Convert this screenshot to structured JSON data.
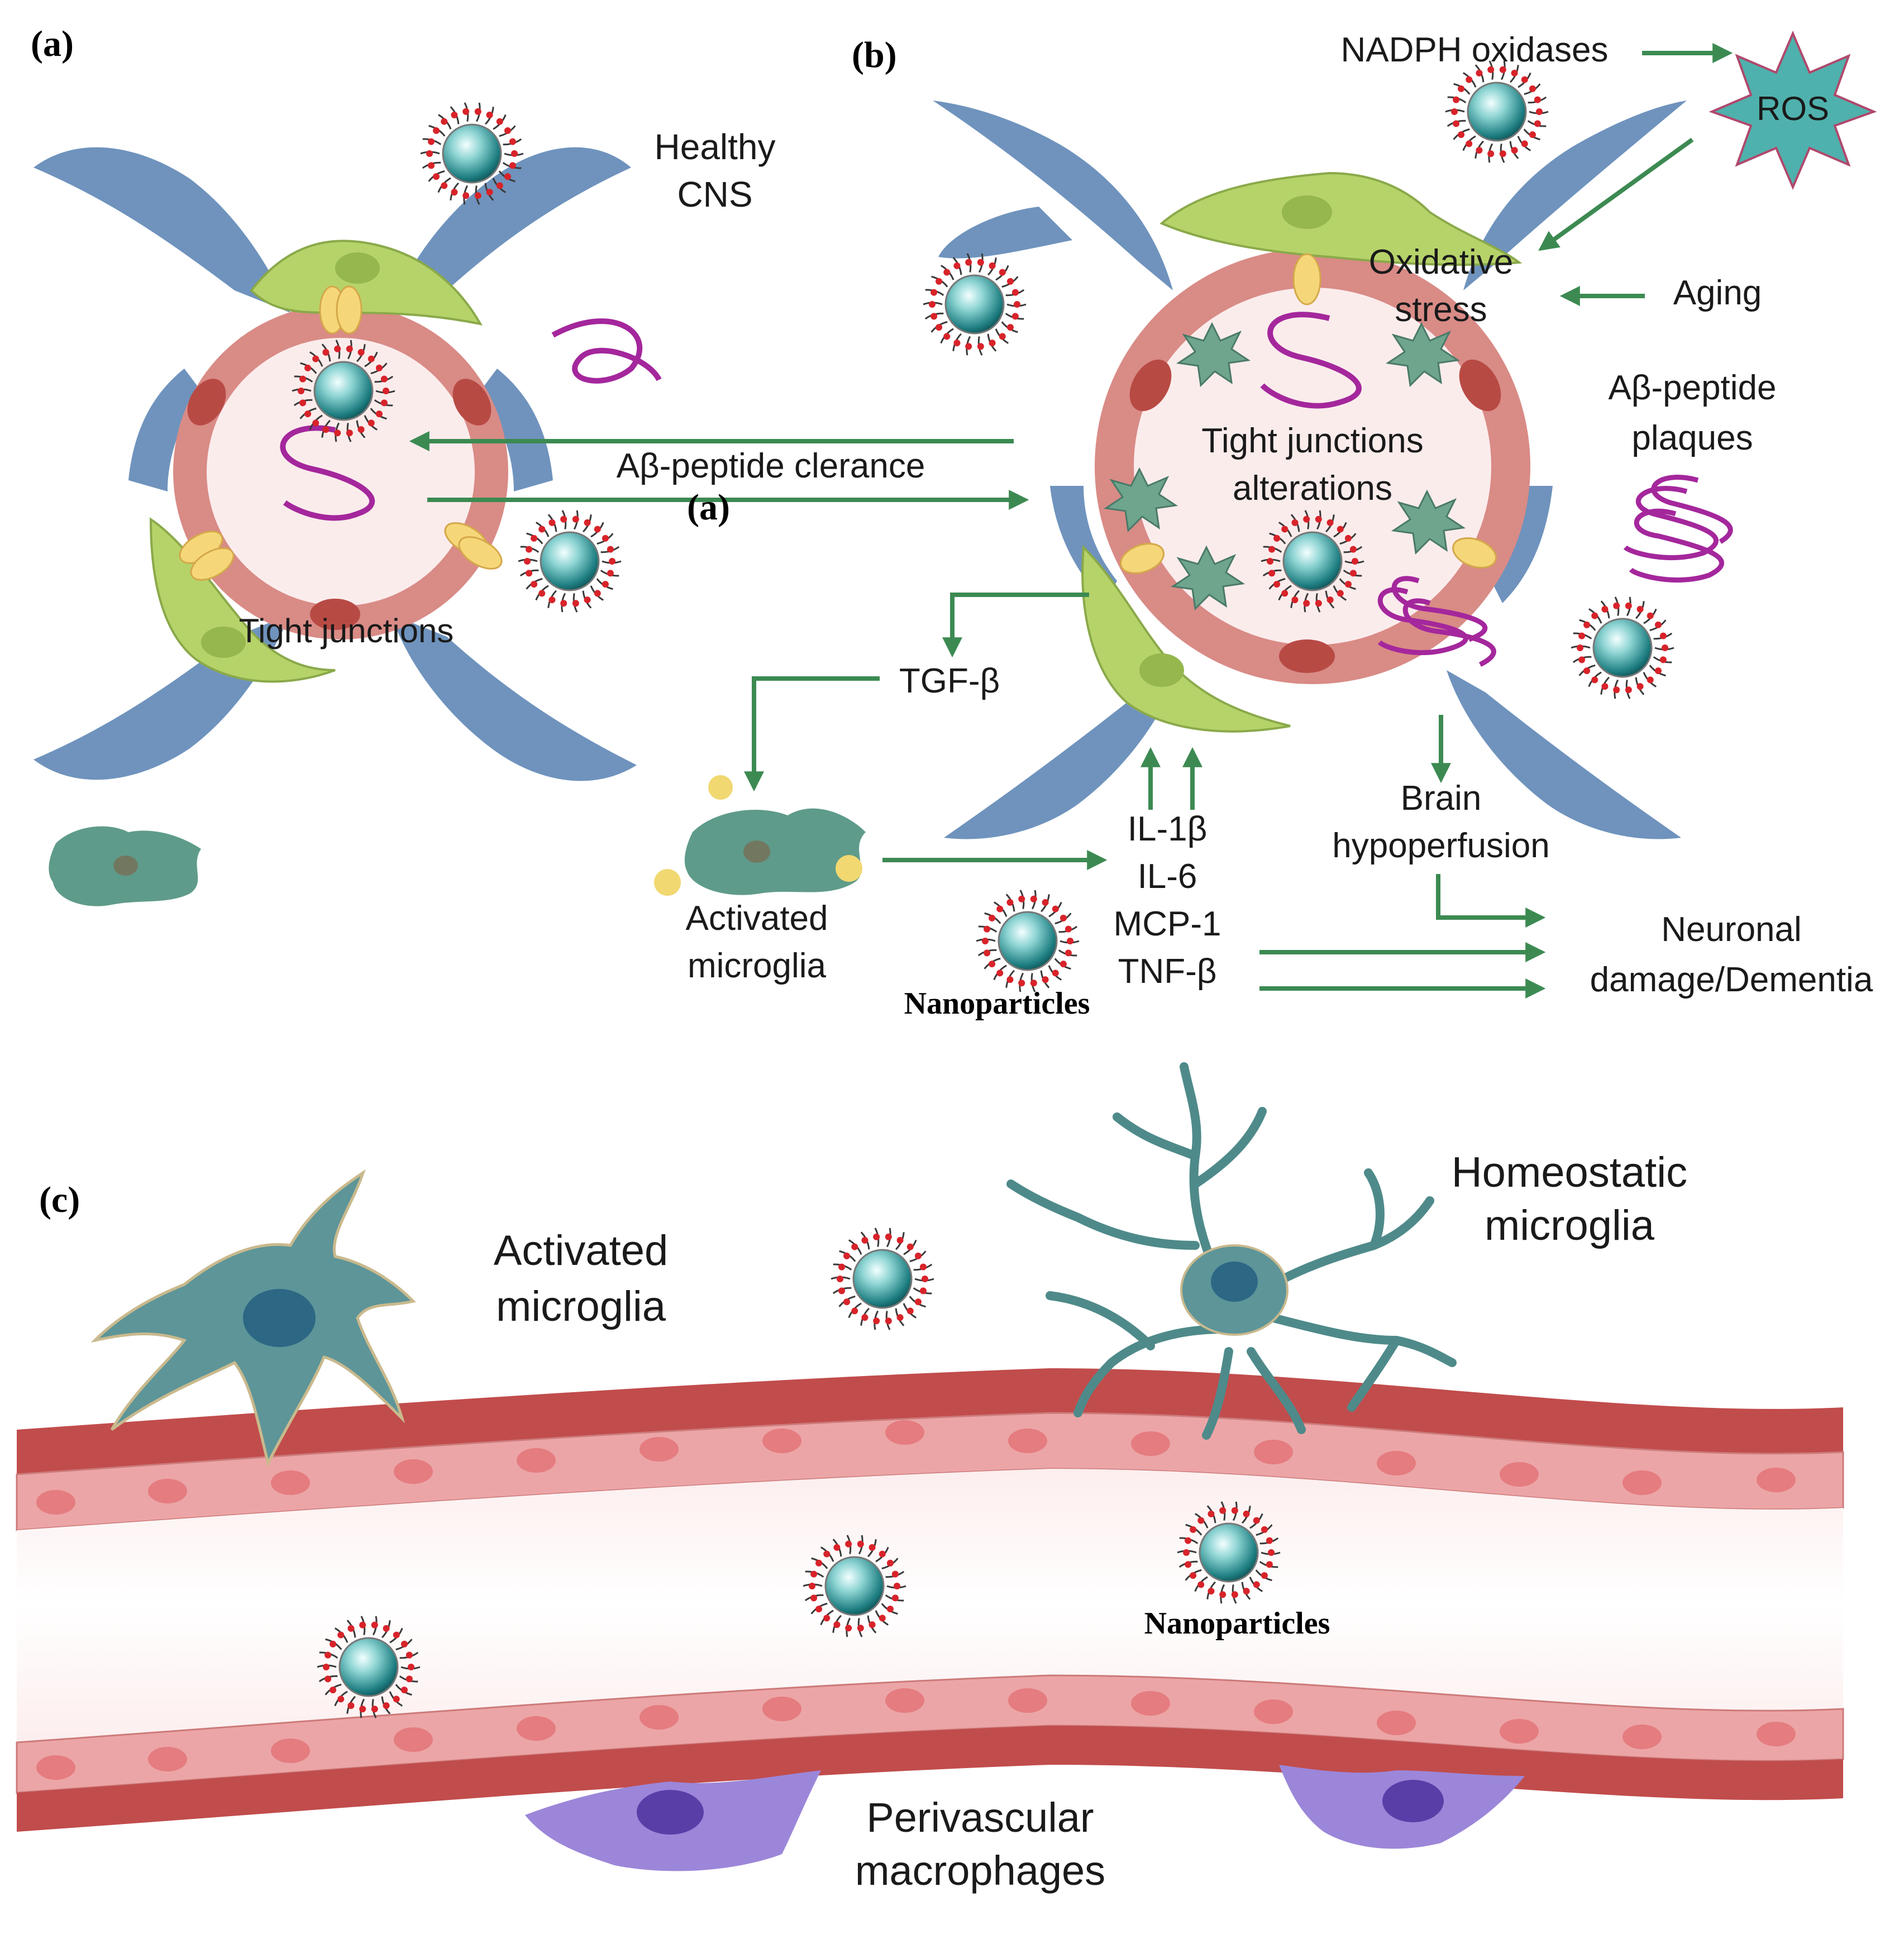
{
  "panels": {
    "a": "(a)",
    "b": "(b)",
    "c": "(c)",
    "a_mid": "(a)"
  },
  "panel_a": {
    "healthy_line1": "Healthy",
    "healthy_line2": "CNS",
    "tight_junctions": "Tight junctions"
  },
  "center": {
    "clearance": "Aβ-peptide clerance"
  },
  "panel_b": {
    "nadph": "NADPH oxidases",
    "ros": "ROS",
    "oxidative_line1": "Oxidative",
    "oxidative_line2": "stress",
    "aging": "Aging",
    "plaques_line1": "Aβ-peptide",
    "plaques_line2": "plaques",
    "tj_line1": "Tight junctions",
    "tj_line2": "alterations",
    "tgf": "TGF-β",
    "activated_line1": "Activated",
    "activated_line2": "microglia",
    "cytokines": [
      "IL-1β",
      "IL-6",
      "MCP-1",
      "TNF-β"
    ],
    "hypo_line1": "Brain",
    "hypo_line2": "hypoperfusion",
    "neuronal_line1": "Neuronal",
    "neuronal_line2": "damage/Dementia",
    "nanoparticles": "Nanoparticles"
  },
  "panel_c": {
    "activated_line1": "Activated",
    "activated_line2": "microglia",
    "homeostatic_line1": "Homeostatic",
    "homeostatic_line2": "microglia",
    "nanoparticles": "Nanoparticles",
    "perivascular_line1": "Perivascular",
    "perivascular_line2": "macrophages"
  },
  "colors": {
    "astrocyte": "#6f93bd",
    "vessel_ring": "#d98b86",
    "vessel_inner": "#fbecec",
    "pericyte": "#b6d36a",
    "arrow": "#3c8a52",
    "amyloid": "#a4279c",
    "ros": "#4fb1ad",
    "microglia": "#5f9b8a",
    "macrophage": "#9c86d9",
    "nanoparticle": "#2f8f92"
  }
}
